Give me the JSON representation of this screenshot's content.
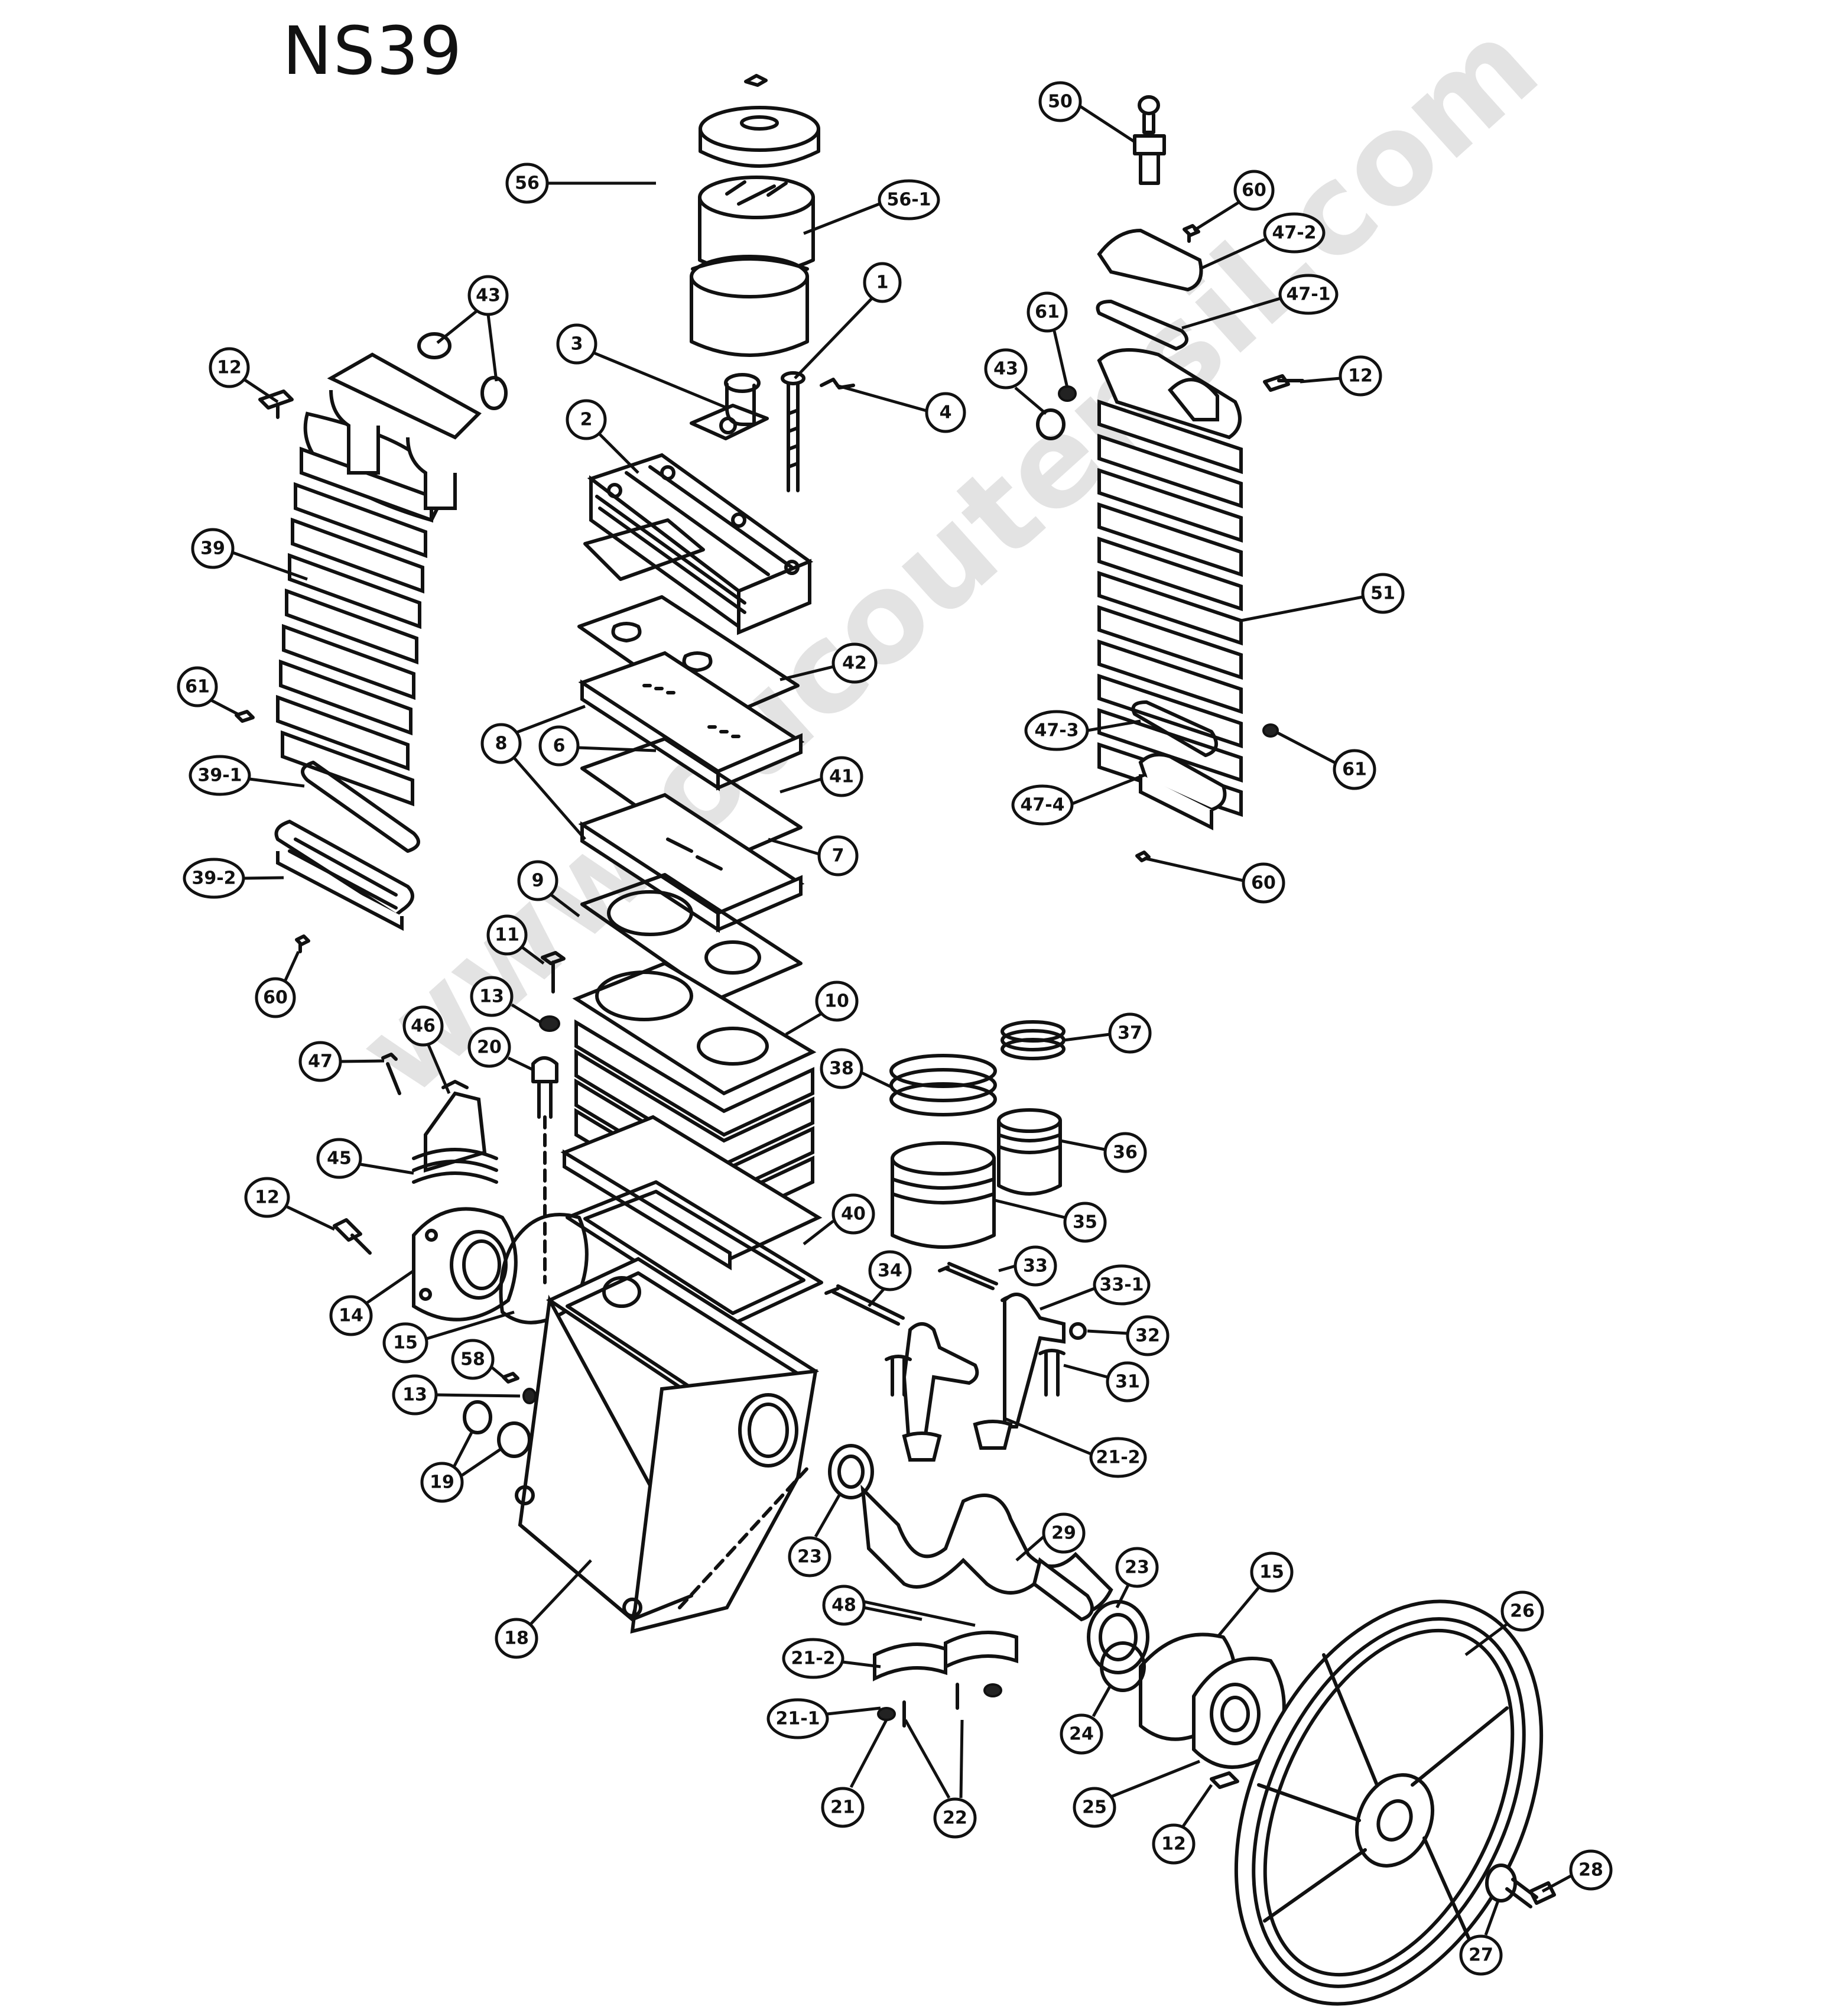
{
  "title": "NS39",
  "watermark": "www.oucoutensil.com",
  "callouts": [
    {
      "label": "56"
    },
    {
      "label": "56-1"
    },
    {
      "label": "1"
    },
    {
      "label": "3"
    },
    {
      "label": "4"
    },
    {
      "label": "2"
    },
    {
      "label": "12"
    },
    {
      "label": "43"
    },
    {
      "label": "39"
    },
    {
      "label": "61"
    },
    {
      "label": "39-1"
    },
    {
      "label": "39-2"
    },
    {
      "label": "60"
    },
    {
      "label": "42"
    },
    {
      "label": "8"
    },
    {
      "label": "6"
    },
    {
      "label": "41"
    },
    {
      "label": "7"
    },
    {
      "label": "9"
    },
    {
      "label": "11"
    },
    {
      "label": "13"
    },
    {
      "label": "20"
    },
    {
      "label": "10"
    },
    {
      "label": "47"
    },
    {
      "label": "46"
    },
    {
      "label": "45"
    },
    {
      "label": "12"
    },
    {
      "label": "14"
    },
    {
      "label": "15"
    },
    {
      "label": "58"
    },
    {
      "label": "13"
    },
    {
      "label": "19"
    },
    {
      "label": "18"
    },
    {
      "label": "40"
    },
    {
      "label": "50"
    },
    {
      "label": "60"
    },
    {
      "label": "47-2"
    },
    {
      "label": "47-1"
    },
    {
      "label": "61"
    },
    {
      "label": "43"
    },
    {
      "label": "12"
    },
    {
      "label": "51"
    },
    {
      "label": "47-3"
    },
    {
      "label": "47-4"
    },
    {
      "label": "61"
    },
    {
      "label": "60"
    },
    {
      "label": "37"
    },
    {
      "label": "38"
    },
    {
      "label": "36"
    },
    {
      "label": "35"
    },
    {
      "label": "34"
    },
    {
      "label": "33"
    },
    {
      "label": "33-1"
    },
    {
      "label": "32"
    },
    {
      "label": "31"
    },
    {
      "label": "21-2"
    },
    {
      "label": "23"
    },
    {
      "label": "29"
    },
    {
      "label": "48"
    },
    {
      "label": "21-2"
    },
    {
      "label": "21-1"
    },
    {
      "label": "21"
    },
    {
      "label": "22"
    },
    {
      "label": "23"
    },
    {
      "label": "24"
    },
    {
      "label": "15"
    },
    {
      "label": "25"
    },
    {
      "label": "12"
    },
    {
      "label": "26"
    },
    {
      "label": "27"
    },
    {
      "label": "28"
    }
  ]
}
